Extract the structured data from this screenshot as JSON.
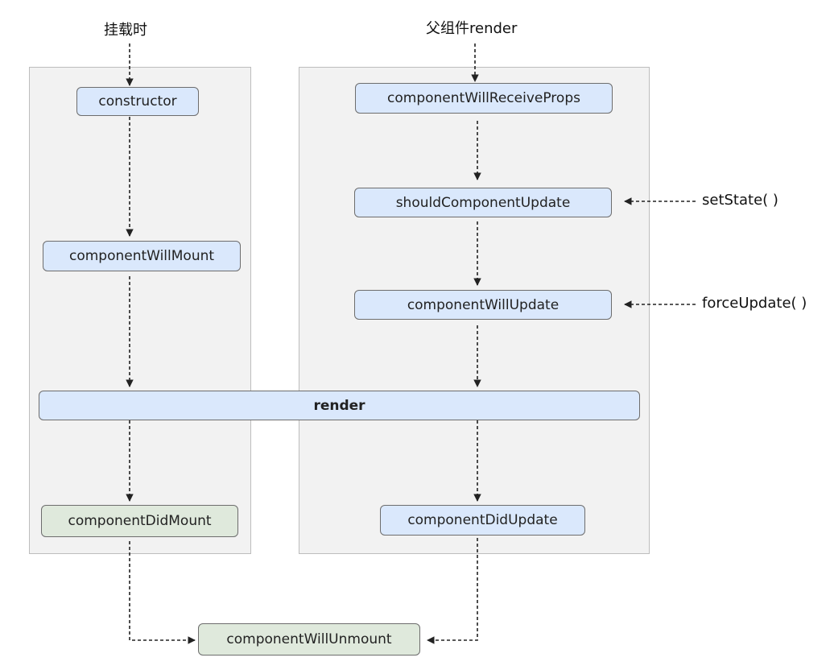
{
  "labels": {
    "mount_trigger": "挂载时",
    "parent_render": "父组件render",
    "set_state": "setState( )",
    "force_update": "forceUpdate( )"
  },
  "nodes": {
    "constructor": "constructor",
    "will_mount": "componentWillMount",
    "render": "render",
    "did_mount": "componentDidMount",
    "will_receive_props": "componentWillReceiveProps",
    "should_update": "shouldComponentUpdate",
    "will_update": "componentWillUpdate",
    "did_update": "componentDidUpdate",
    "will_unmount": "componentWillUnmount"
  },
  "colors": {
    "method_fill": "#dae8fc",
    "terminal_fill": "#dfe9dc",
    "panel_fill": "#f2f2f2"
  }
}
